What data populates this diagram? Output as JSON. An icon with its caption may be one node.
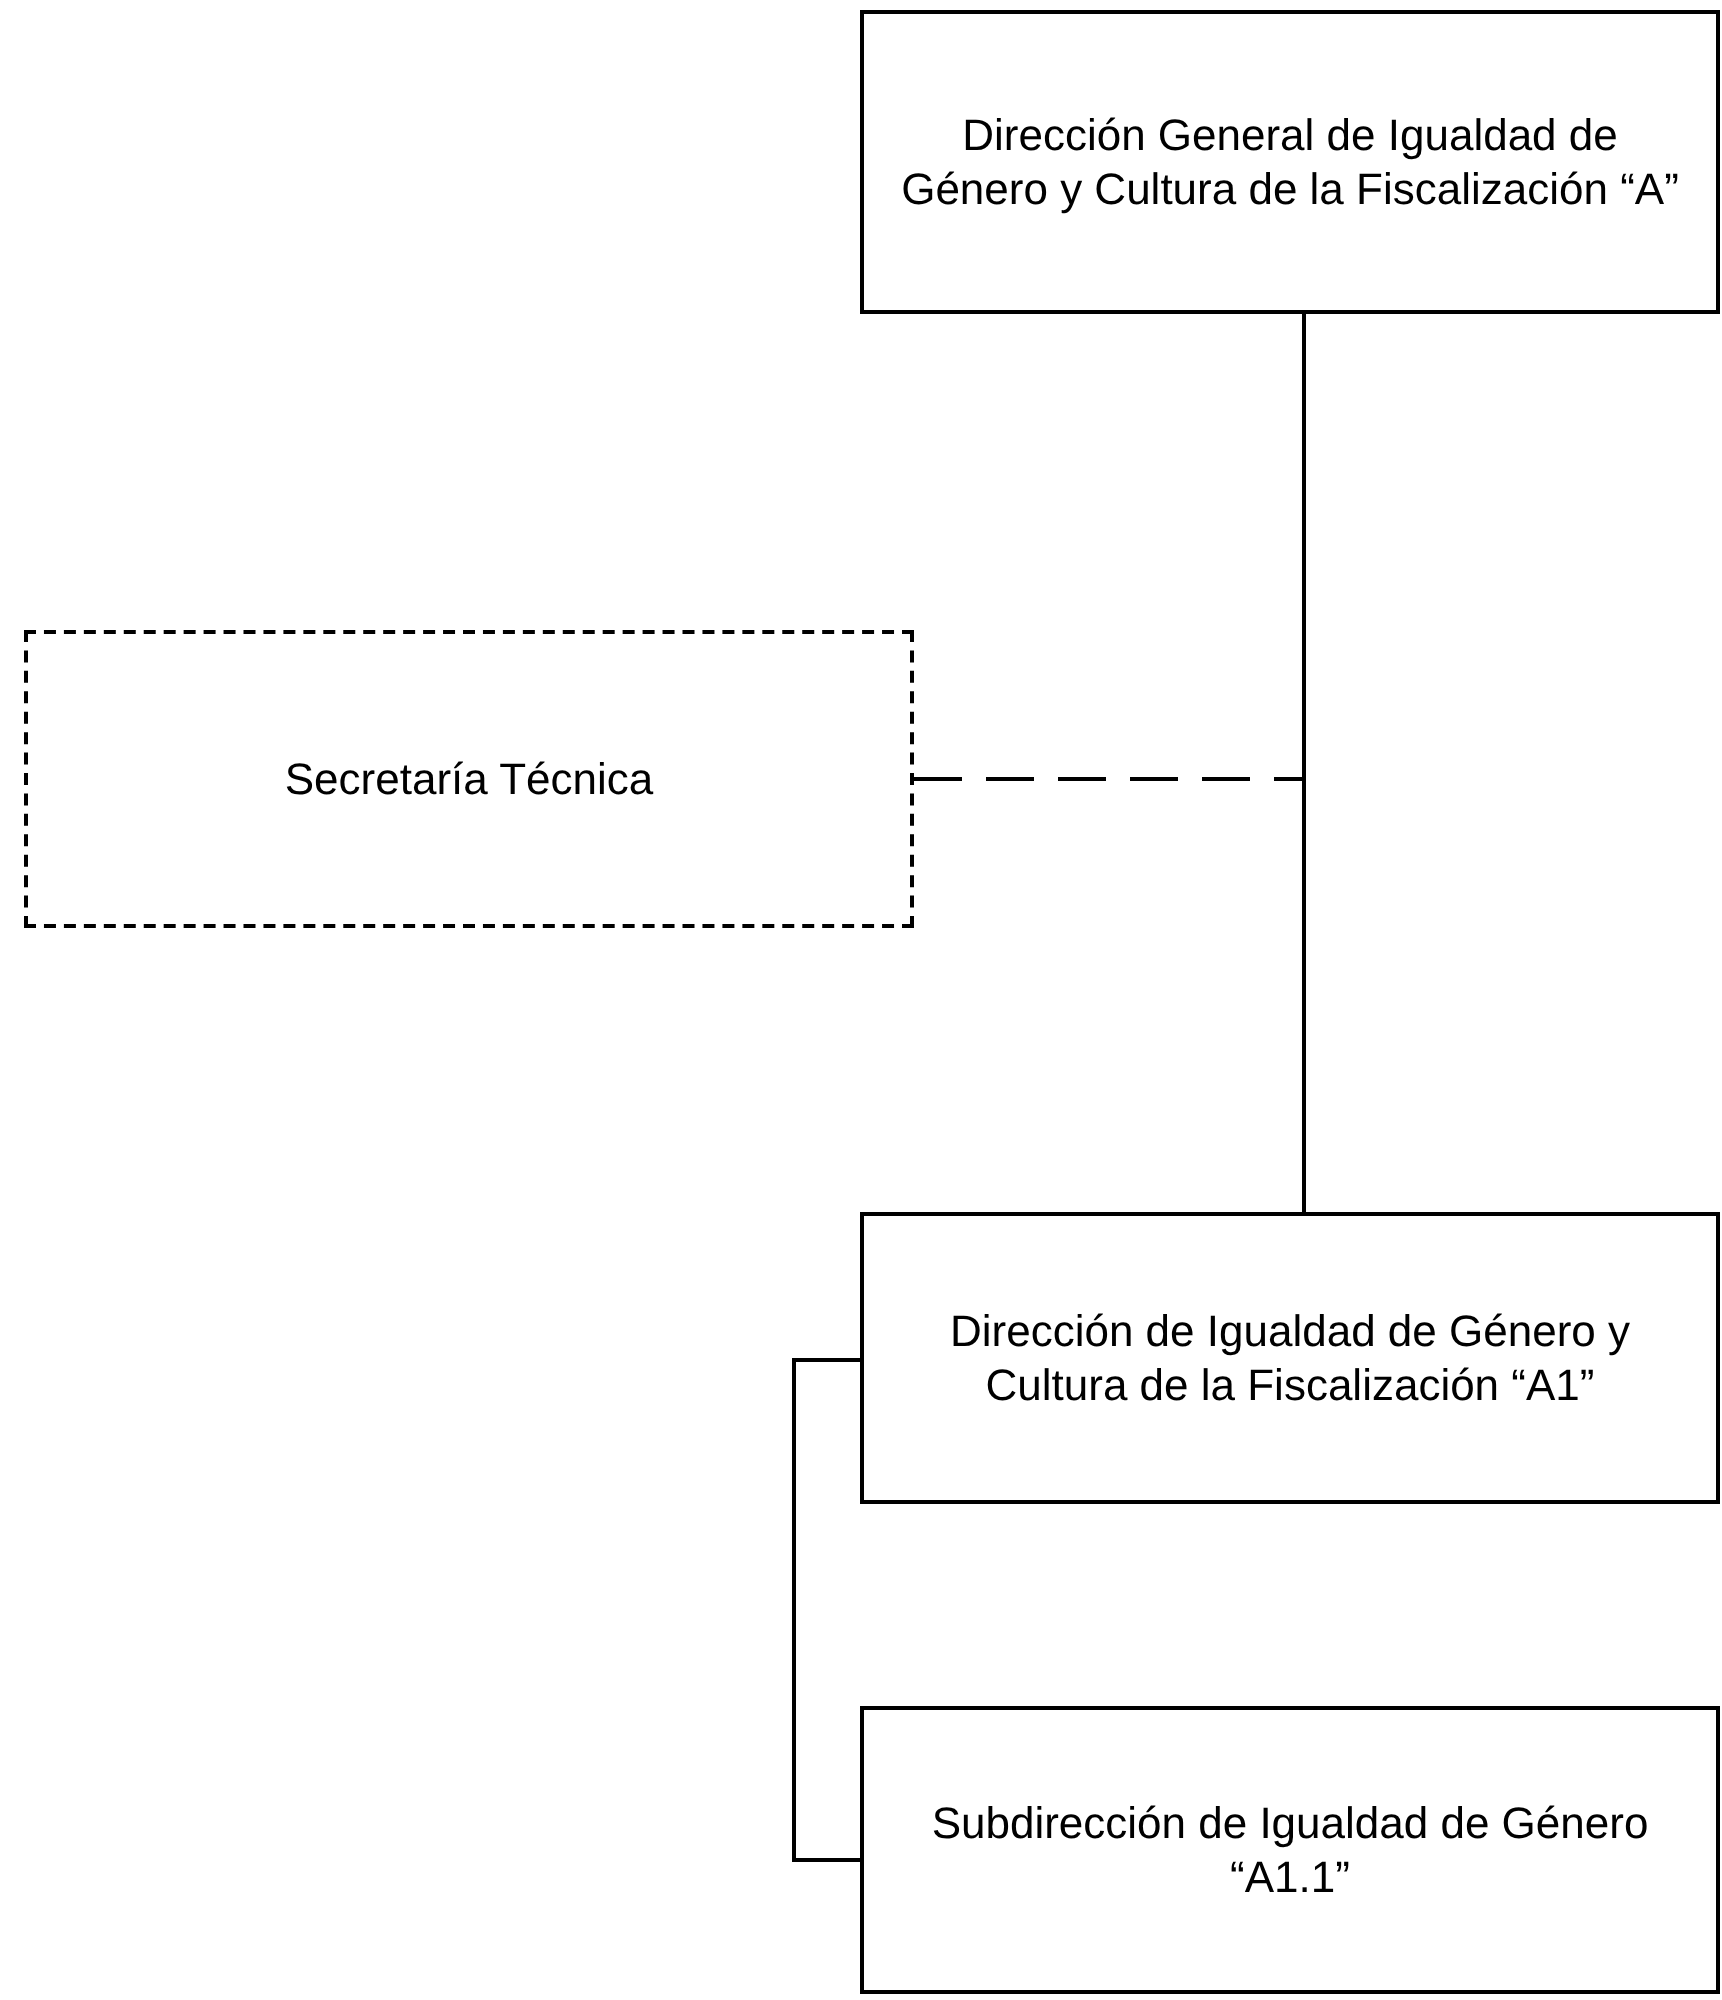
{
  "diagram": {
    "nodes": [
      {
        "text": [
          "Dirección General de Igualdad de Género y Cultura de la Fiscalización “A”"
        ]
      },
      {
        "text": [
          "Secretaría Técnica"
        ]
      },
      {
        "text": [
          "Dirección de Igualdad de Género y Cultura de la Fiscalización “A1”"
        ]
      },
      {
        "text": [
          "Subdirección de Igualdad de Género “A1.1”"
        ]
      }
    ],
    "edges": [
      {
        "from": 0,
        "to": 2,
        "arrow": "none"
      },
      {
        "from": 1,
        "to": 0,
        "arrow": "none",
        "style": "dashed"
      },
      {
        "from": 2,
        "to": 3,
        "arrow": "none"
      }
    ]
  }
}
